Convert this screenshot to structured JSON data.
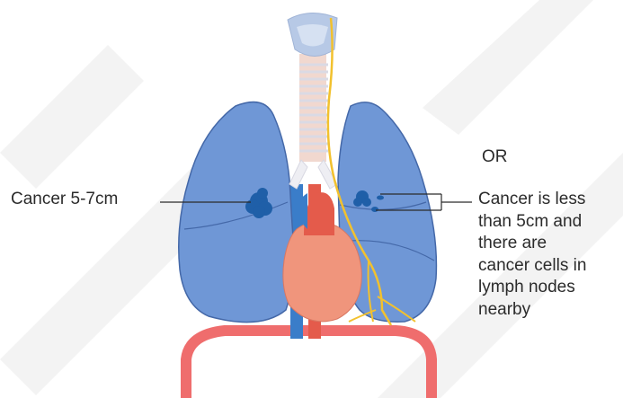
{
  "labels": {
    "cancer_size": "Cancer 5-7cm",
    "or": "OR",
    "cancer_small_lines": [
      "Cancer is less",
      "than 5cm and",
      "there are",
      "cancer cells in",
      "lymph nodes",
      "nearby"
    ]
  },
  "colors": {
    "lung_fill": "#6f97d6",
    "lung_outline": "#4468a8",
    "tumor": "#1f5fa8",
    "heart": "#f0957c",
    "aorta": "#e45b4b",
    "vena_cava": "#3a7dc9",
    "trachea_rings": "#e7e7ee",
    "trachea_body": "#f1d8cf",
    "larynx": "#b7c9e6",
    "nerve": "#f2c12e",
    "diaphragm": "#ef6d6d",
    "leader_line": "#2b2b2b",
    "watermark": "#efefef"
  }
}
